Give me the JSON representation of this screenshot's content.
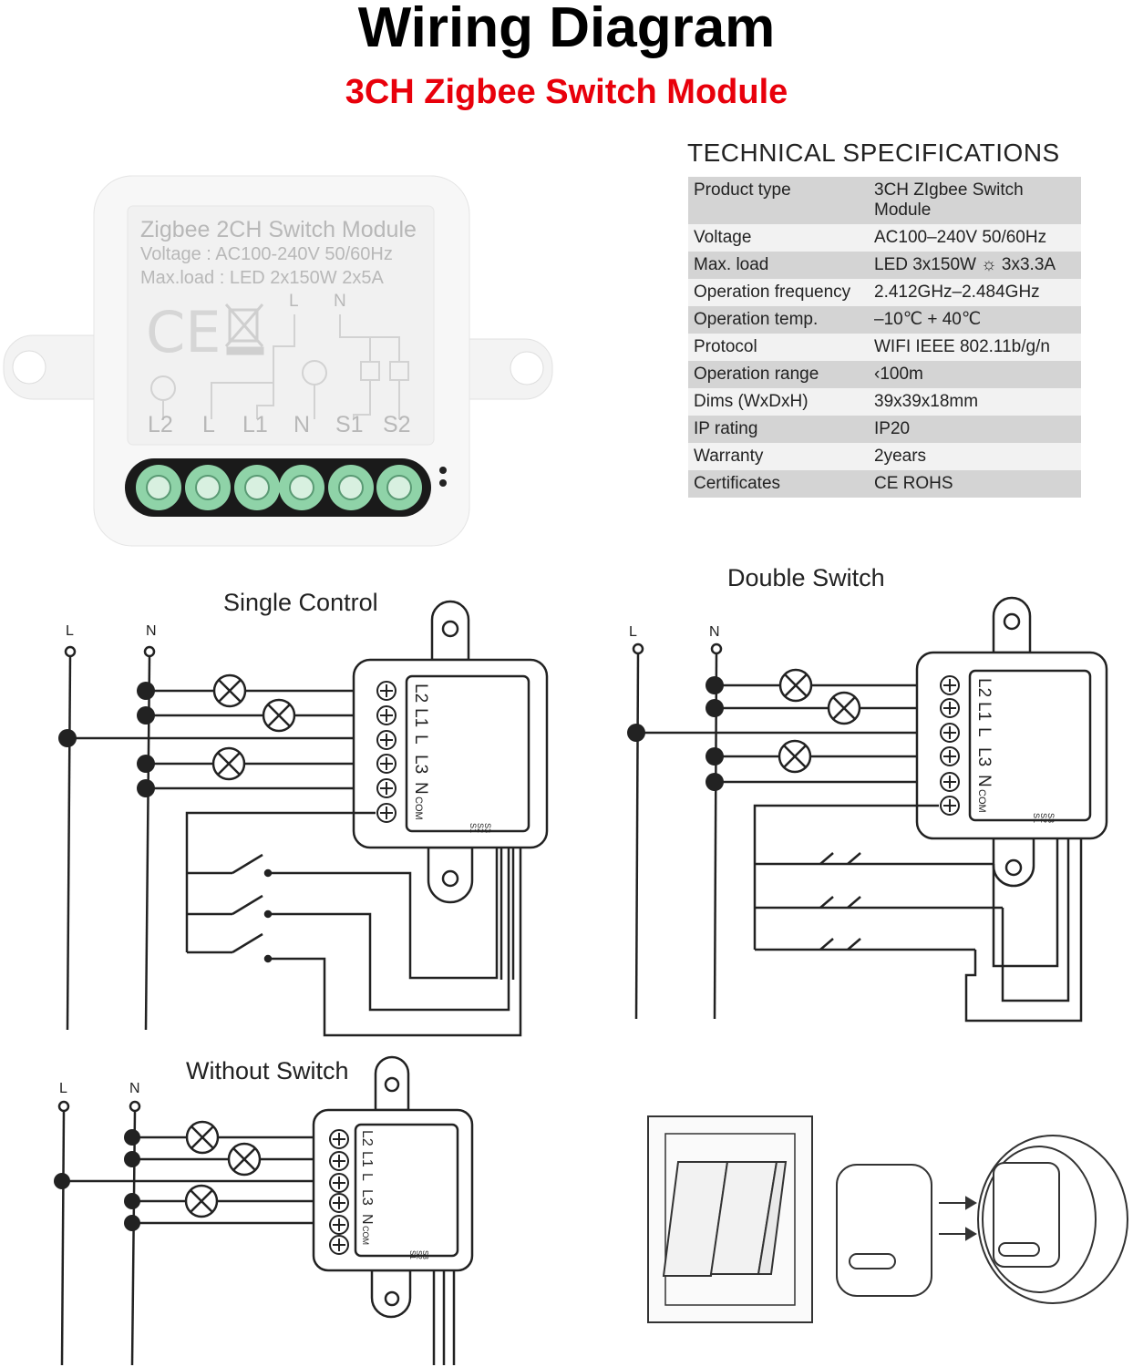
{
  "title": "Wiring Diagram",
  "subtitle": "3CH Zigbee Switch Module",
  "colors": {
    "accent": "#e8000b",
    "terminal_green": "#8fd3a8"
  },
  "product_photo": {
    "label_line1": "Zigbee 2CH Switch Module",
    "label_line2": "Voltage : AC100-240V 50/60Hz",
    "label_line3": "Max.load : LED 2x150W  2x5A",
    "top_terminals": [
      "L",
      "N"
    ],
    "bottom_terminals": [
      "L2",
      "L",
      "L1",
      "N",
      "S1",
      "S2"
    ]
  },
  "specs": {
    "heading": "TECHNICAL SPECIFICATIONS",
    "rows": [
      {
        "key": "Product type",
        "value": "3CH  ZIgbee Switch Module"
      },
      {
        "key": "Voltage",
        "value": "AC100–240V 50/60Hz"
      },
      {
        "key": "Max. load",
        "value": "LED 3x150W ☼ 3x3.3A"
      },
      {
        "key": "Operation frequency",
        "value": "2.412GHz–2.484GHz"
      },
      {
        "key": "Operation temp.",
        "value": "–10℃ + 40℃"
      },
      {
        "key": "Protocol",
        "value": "WIFI  IEEE 802.11b/g/n"
      },
      {
        "key": "Operation range",
        "value": "‹100m"
      },
      {
        "key": "Dims (WxDxH)",
        "value": "39x39x18mm"
      },
      {
        "key": "IP rating",
        "value": "IP20"
      },
      {
        "key": "Warranty",
        "value": "2years"
      },
      {
        "key": "Certificates",
        "value": "CE ROHS"
      }
    ]
  },
  "diagrams": {
    "single": {
      "title": "Single Control",
      "line_labels": [
        "L",
        "N"
      ],
      "terminals": [
        "L2",
        "L1",
        "L",
        "L3",
        "N",
        "COM"
      ],
      "switch_terms": [
        "S1",
        "S2",
        "S3"
      ]
    },
    "double": {
      "title": "Double Switch",
      "line_labels": [
        "L",
        "N"
      ],
      "terminals": [
        "L2",
        "L1",
        "L",
        "L3",
        "N",
        "COM"
      ],
      "switch_terms": [
        "S1",
        "S2",
        "S3"
      ]
    },
    "without": {
      "title": "Without Switch",
      "line_labels": [
        "L",
        "N"
      ],
      "terminals": [
        "L2",
        "L1",
        "L",
        "L3",
        "N",
        "COM"
      ],
      "switch_terms": [
        "S1",
        "S2",
        "S3"
      ]
    }
  }
}
